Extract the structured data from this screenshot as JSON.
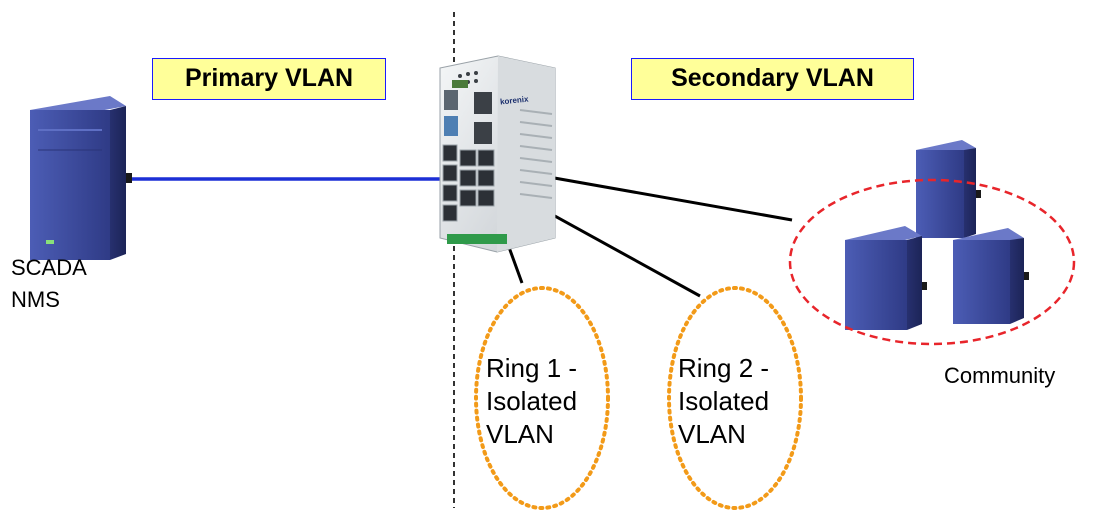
{
  "labels": {
    "primary_vlan": "Primary VLAN",
    "secondary_vlan": "Secondary VLAN",
    "scada_line1": "SCADA",
    "scada_line2": "NMS",
    "community": "Community",
    "ring1": [
      "Ring 1 -",
      "Isolated",
      "VLAN"
    ],
    "ring2": [
      "Ring 2 -",
      "Isolated",
      "VLAN"
    ],
    "switch_brand": "korenix"
  },
  "colors": {
    "label_fill": "#ffff99",
    "label_border": "#1a1aff",
    "uplink": "#1c2fd6",
    "community_circle": "#e8252b",
    "isolated_circle": "#f29a18",
    "server_body": "#3d4b9c",
    "link": "#000000"
  },
  "icons": {
    "scada_server": "server-tower-icon",
    "community_servers": "server-tower-icon",
    "switch": "industrial-switch-icon"
  }
}
